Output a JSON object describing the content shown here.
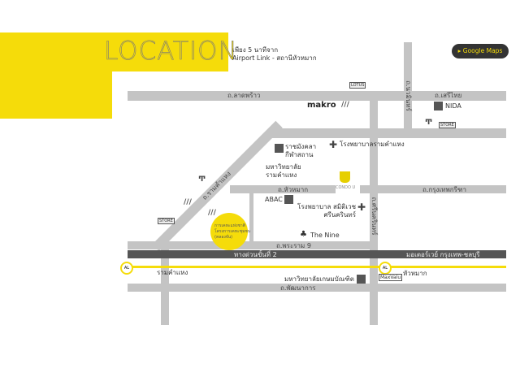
{
  "header": {
    "title": "LOCATION",
    "subtitle_line1": "เพียง 5 นาทีจาก",
    "subtitle_line2": "Airport Link - สถานีหัวหมาก"
  },
  "google_maps_button": {
    "label": "Google Maps",
    "icon": "play-icon"
  },
  "roads": {
    "ladprao": "ถ.ลาดพร้าว",
    "serithai": "ถ.เสรีไทย",
    "nawamin": "ถ.นวมินทร์",
    "ramkhamhaeng": "ถ.รามคำแหง",
    "huamak": "ถ.หัวหมาก",
    "krungthepkreetha": "ถ.กรุงเทพกรีฑา",
    "srinakarin": "ถ.ศรีนครินทร์",
    "rama9": "ถ.พระราม 9",
    "expressway": "ทางด่วนขั้นที่ 2",
    "motorway": "มอเตอร์เวย์ กรุงเทพ-ชลบุรี",
    "pattanakarn": "ถ.พัฒนาการ"
  },
  "places": {
    "makro": "makro",
    "nida": "NIDA",
    "rajamangala_1": "ราชมังคลา",
    "rajamangala_2": "กีฬาสถาน",
    "ram_hospital": "โรงพยาบาลรามคำแหง",
    "ru_1": "มหาวิทยาลัย",
    "ru_2": "รามคำแหง",
    "abac": "ABAC",
    "samitivej_1": "โรงพยาบาล สมิติเวช",
    "samitivej_2": "ศรีนครินทร์",
    "the_nine": "The Nine",
    "condo": "CONDO U",
    "ramkhamhaeng_station": "รามคำแหง",
    "huamak_station": "หัวหมาก",
    "al_badge": "AL",
    "kasem_bundit": "มหาวิทยาลัยเกษมบัณฑิต",
    "maxvalu": "MaxValu",
    "project_1": "การเคหะแห่งชาติ",
    "project_2": "โครงการเคหะชุมชน",
    "project_3": "(คลองจั่น)"
  },
  "colors": {
    "accent": "#f5dc0a",
    "road": "#c4c4c4",
    "expressway": "#555555"
  }
}
